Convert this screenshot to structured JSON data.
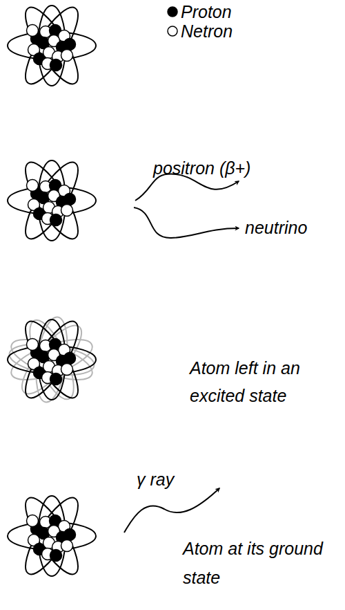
{
  "diagram": {
    "labels": [
      "positron (β+)",
      "neutrino",
      "Atom left in an excited state",
      "γ ray",
      "Atom at its ground state"
    ],
    "legend": [
      {
        "text": "Proton"
      },
      {
        "text": "Netron"
      }
    ]
  }
}
